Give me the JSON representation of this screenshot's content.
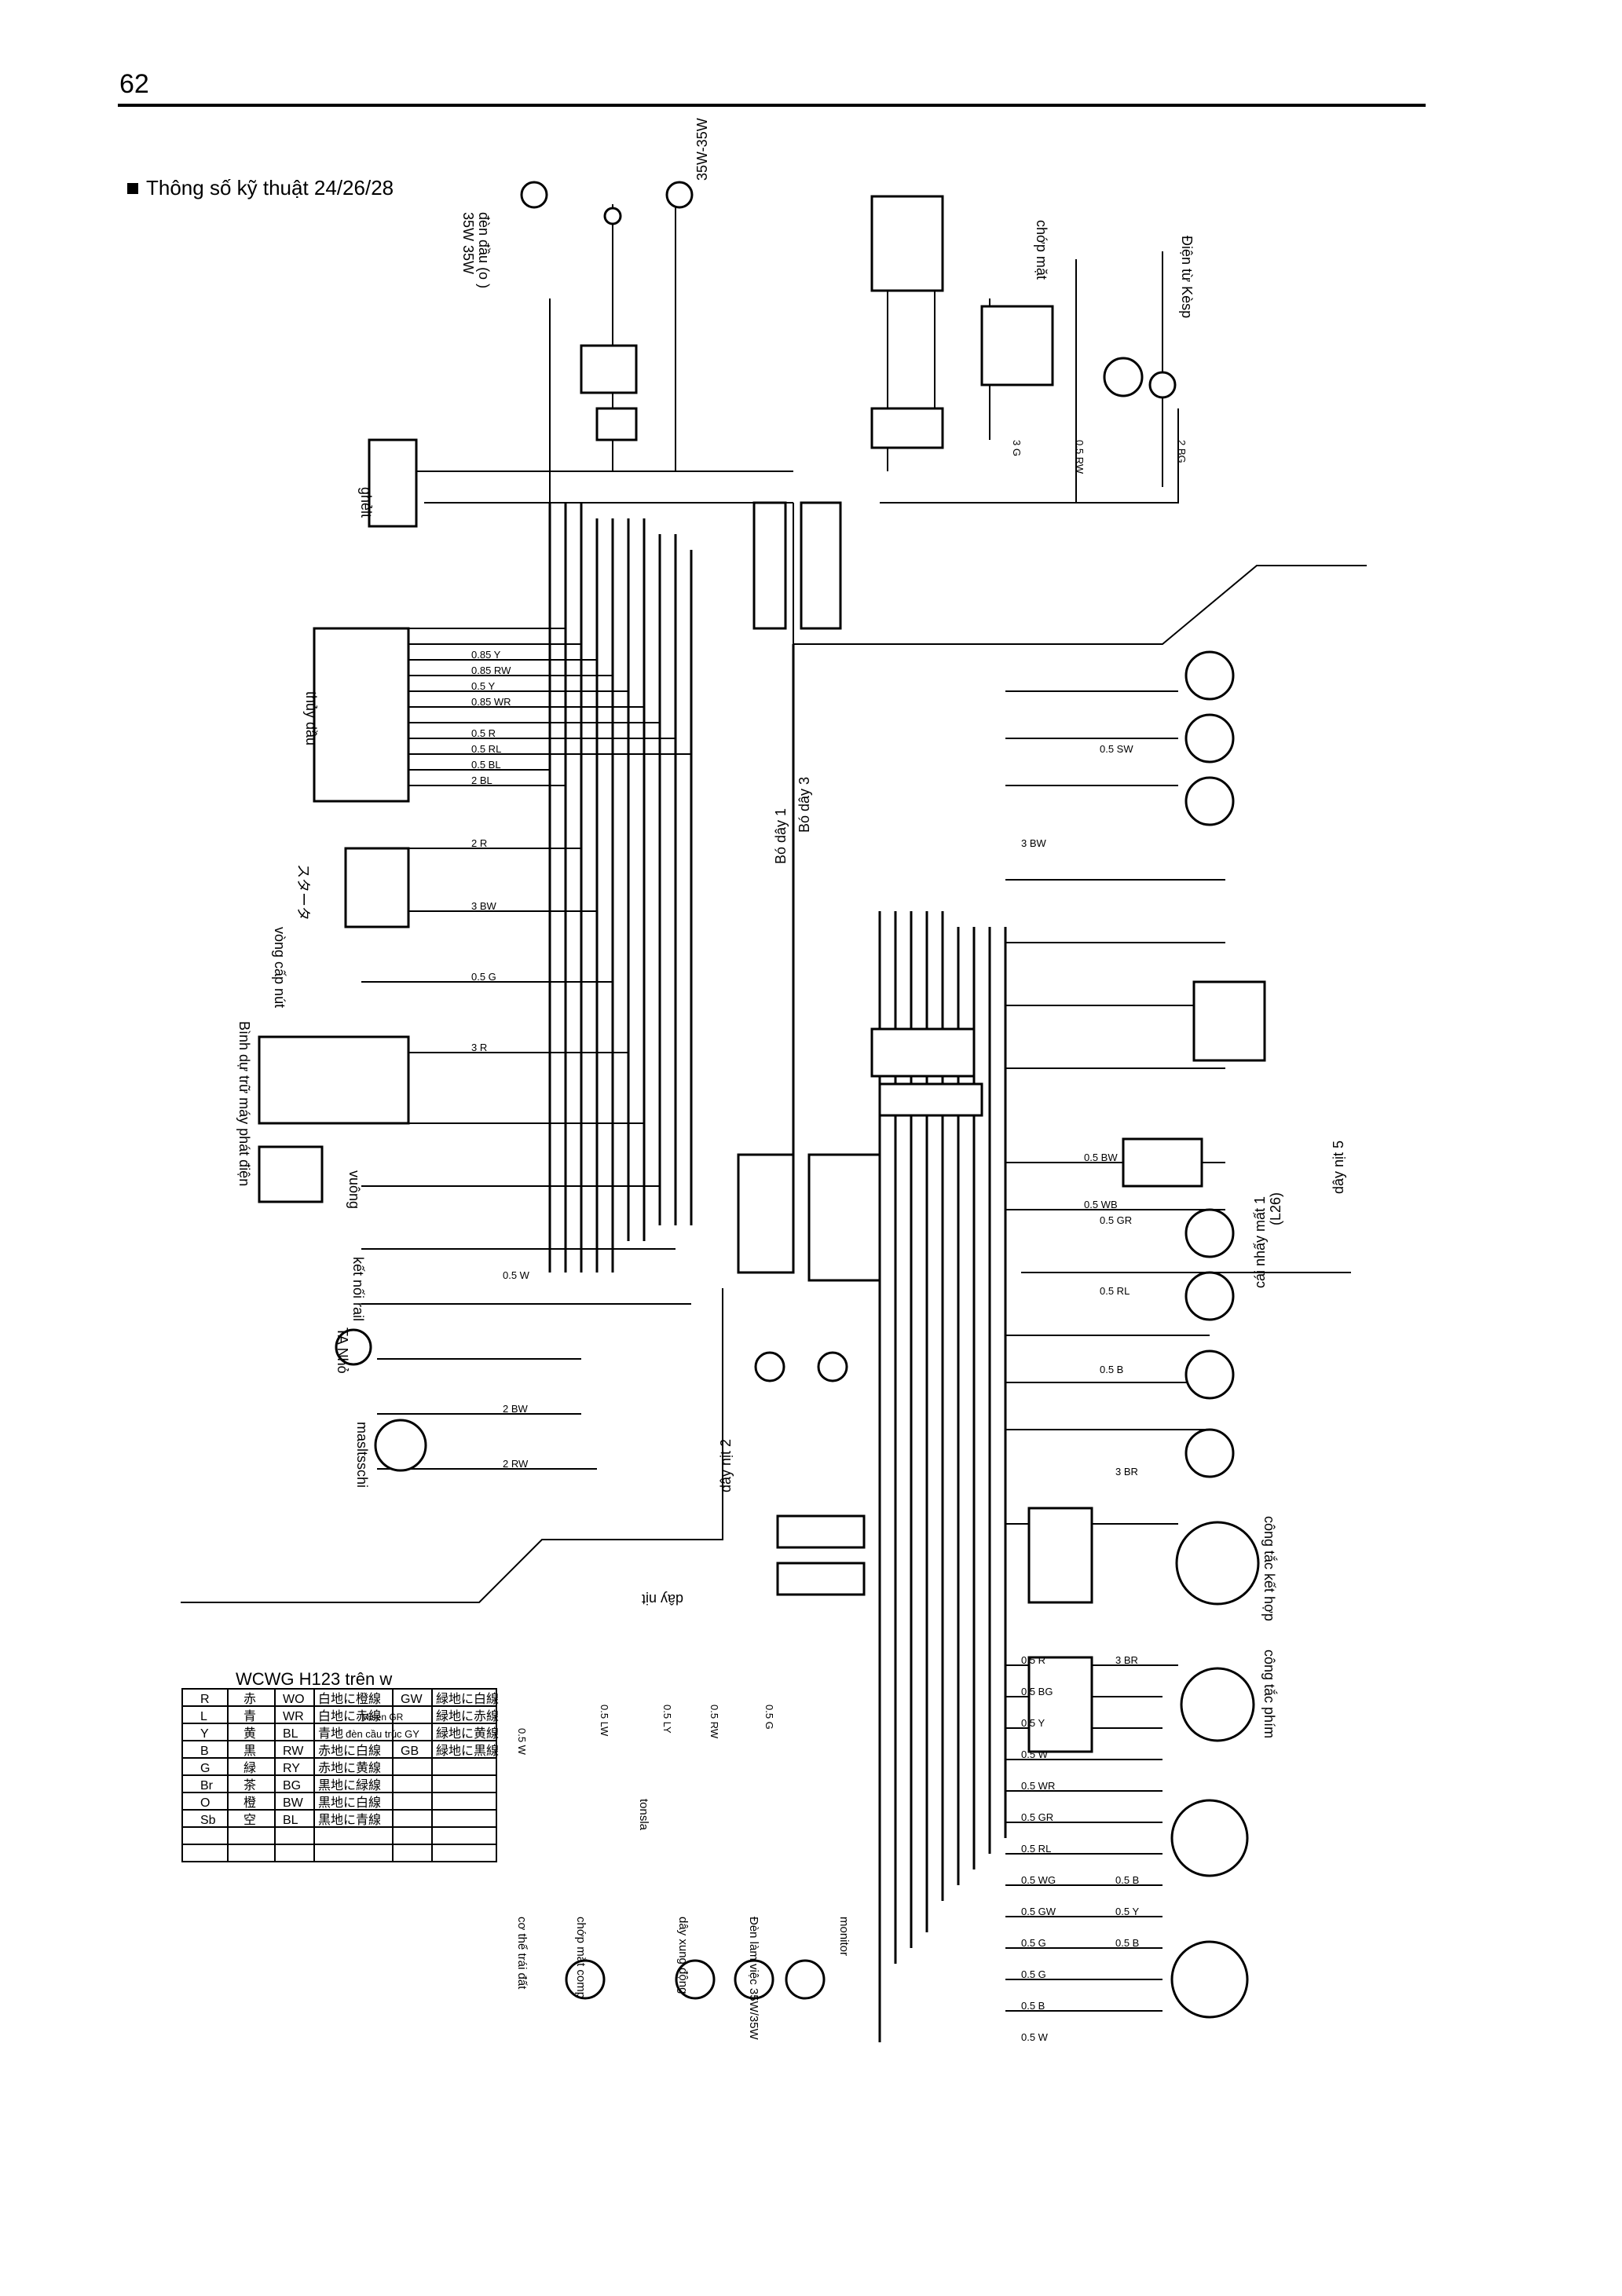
{
  "page": {
    "number": "62",
    "title": "Thông số kỹ thuật 24/26/28"
  },
  "components": {
    "headlight_left": "đèn đầu (o )",
    "headlight_left_rating": "35W 35W",
    "headlight_right_rating": "35W-35W",
    "horn_relay": "chớp mặt",
    "horn_coil": "Điện từ Kèsp",
    "ghost_label": "ghẻlt",
    "hydraulic_pressure": "thủy dầu",
    "starter_katakana": "スタータ",
    "ring": "vòng cấp nút",
    "alternator": "Bình dự trữ máy phát điện",
    "square": "vuông",
    "connector_side": "kết nối rail",
    "small_lamp": "TA Nhỏ",
    "mashtachi": "masltsschi",
    "bundle_3": "Bó dây 3",
    "bundle_1": "Bó dây 1",
    "harness_2": "dây nịt 2",
    "harness": "dây nịt",
    "harness_5": "dây nịt 5",
    "flasher": "cái nhấy mất 1",
    "flasher_model": "(L26)",
    "combo_switch": "công tắc kết hợp",
    "key_switch": "công tắc phím",
    "ground_bottom": "cơ thể trái đất",
    "blink_comp": "chớp mắt comp",
    "wire_bush": "dây xung động",
    "work_light": "Đèn làm việc 35W/35W",
    "monitor": "monitor",
    "tonsla": "tonsla",
    "crane_light": "đèn cầu trúc GY",
    "misen": "Misen GR"
  },
  "color_table": {
    "title": "WCWG H123 trên w",
    "rows": [
      [
        "R",
        "赤",
        "WO",
        "白地に橙線",
        "GW",
        "緑地に白線"
      ],
      [
        "L",
        "青",
        "WR",
        "白地に赤線",
        "Misen GR",
        "緑地に赤線"
      ],
      [
        "Y",
        "黄",
        "BL",
        "青地",
        "đèn cầu trúc GY",
        "緑地に黄線"
      ],
      [
        "B",
        "黒",
        "RW",
        "赤地に白線",
        "GB",
        "緑地に黒線"
      ],
      [
        "G",
        "緑",
        "RY",
        "赤地に黄線",
        "",
        ""
      ],
      [
        "Br",
        "茶",
        "BG",
        "黒地に緑線",
        "",
        ""
      ],
      [
        "O",
        "橙",
        "BW",
        "黒地に白線",
        "",
        ""
      ],
      [
        "Sb",
        "空",
        "BL",
        "黒地に青線",
        "",
        ""
      ]
    ]
  },
  "wires": {
    "w1": "0.85 Y",
    "w2": "0.85 RW",
    "w3": "0.5 Y",
    "w4": "0.85 WR",
    "w5": "0.5 R",
    "w6": "0.5 RL",
    "w7": "0.5 BL",
    "w8": "2 BL",
    "w9": "2 R",
    "w10": "3 BW",
    "w11": "0.5 G",
    "w12": "3 R",
    "w13": "0.5 W",
    "w14": "2 BW",
    "w15": "2 RW",
    "w16": "3 BR",
    "w17": "0.5 R",
    "w18": "0.5 BG",
    "w19": "0.5 Y",
    "w20": "0.5 W",
    "w21": "0.5 WR",
    "w22": "0.5 GR",
    "w23": "0.5 RL",
    "w24": "0.5 WG",
    "w25": "0.5 GW",
    "w26": "0.5 G",
    "w27": "0.5 G",
    "w28": "3 BR",
    "w29": "3 BW",
    "w30": "0.5 SW",
    "w31": "2 BG",
    "w32": "3 G",
    "w33": "0.5 RW",
    "w34": "0.5 GR",
    "w35": "0.5 RL",
    "w36": "0.5 B",
    "w37": "0.5 BW",
    "w38": "0.5 WB",
    "w39": "0.5 W",
    "w40": "0.5 LW",
    "w41": "0.5 LY",
    "w42": "0.5 RW",
    "w43": "0.5 G",
    "w44": "0.5 B",
    "w45": "0.5 W",
    "w46": "0.5 B",
    "w47": "0.5 Y",
    "w48": "0.5 B"
  }
}
